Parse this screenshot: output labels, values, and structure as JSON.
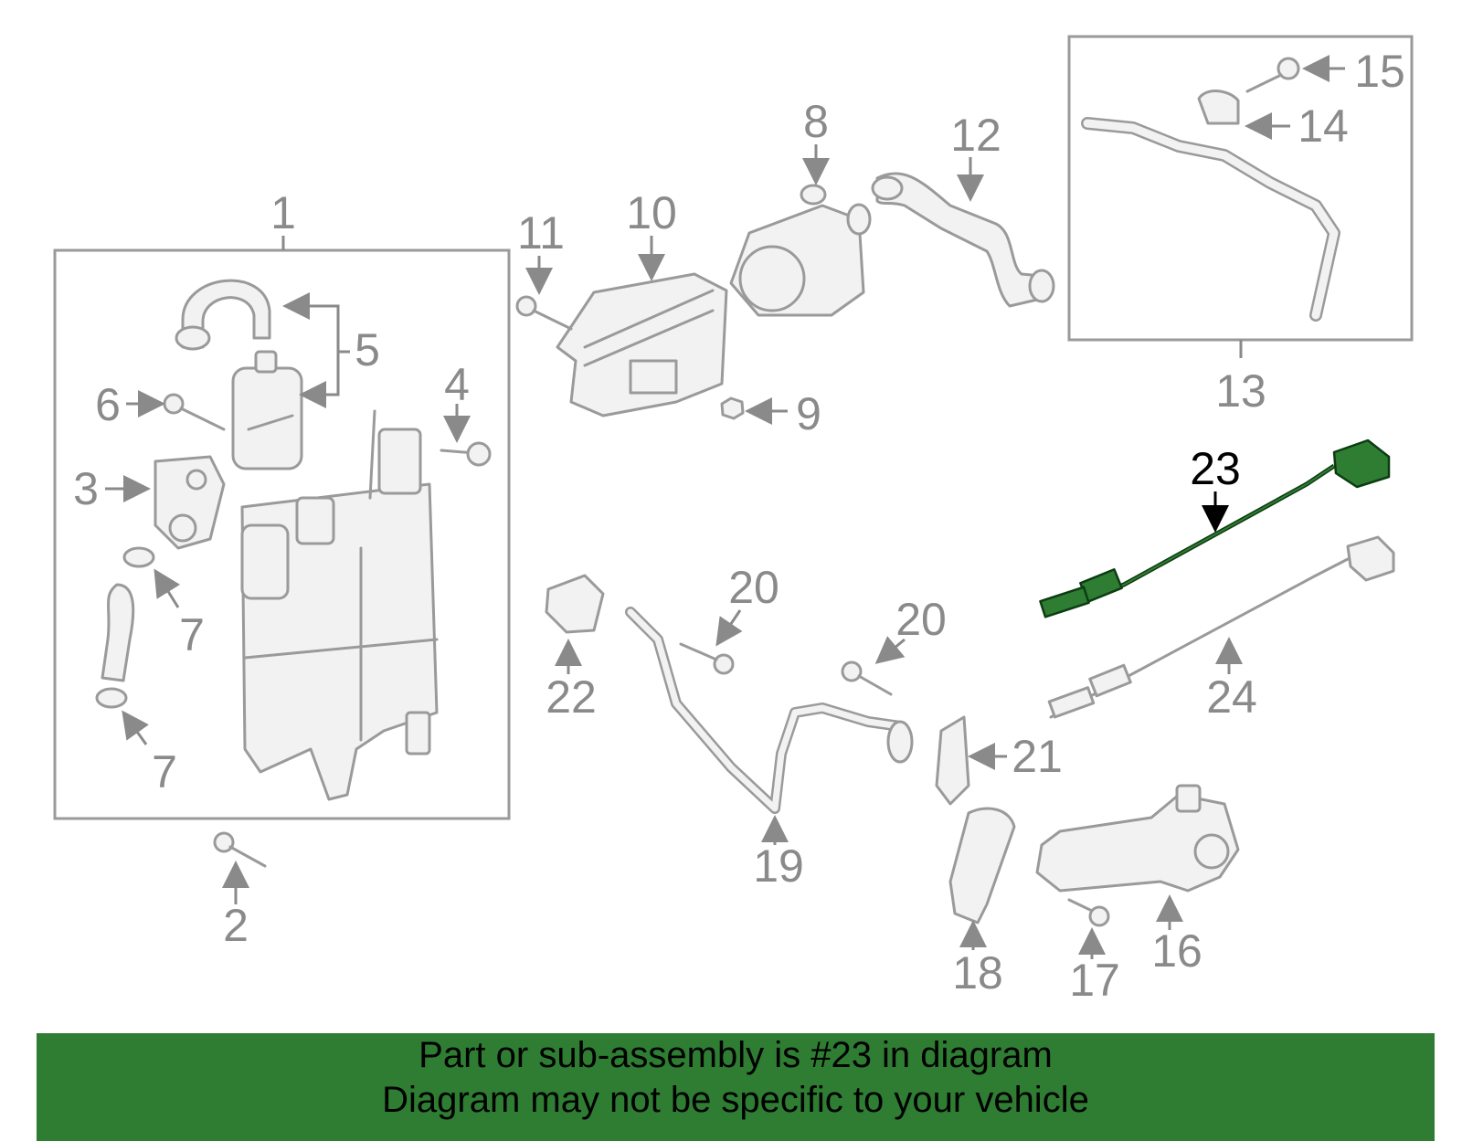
{
  "diagram": {
    "highlighted_part": "23",
    "colors": {
      "highlight": "#2e7d32",
      "parts": "#9a9a9a",
      "banner": "#2e7d32"
    },
    "callouts": [
      "1",
      "2",
      "3",
      "4",
      "5",
      "6",
      "7",
      "7",
      "8",
      "9",
      "10",
      "11",
      "12",
      "13",
      "14",
      "15",
      "16",
      "17",
      "18",
      "19",
      "20",
      "20",
      "21",
      "22",
      "23",
      "24"
    ]
  },
  "banner": {
    "line1": "Part or sub-assembly is #23 in diagram",
    "line2": "Diagram may not be specific to your vehicle"
  }
}
